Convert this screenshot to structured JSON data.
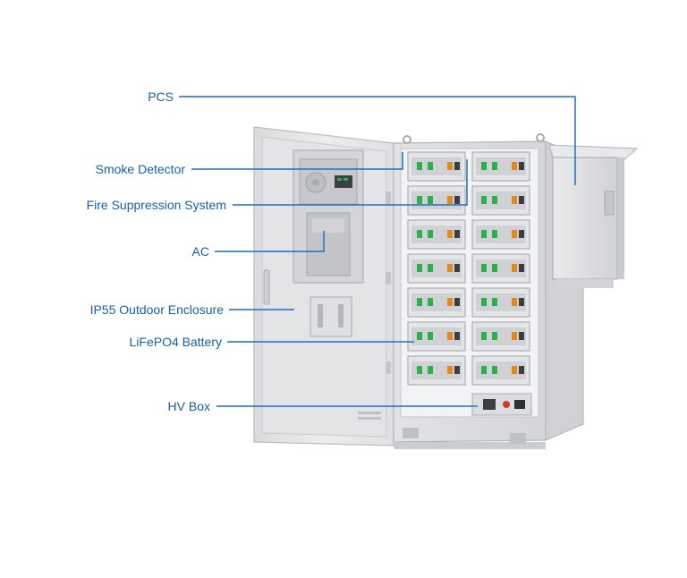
{
  "theme": {
    "label_color": "#1a5fa8",
    "leader_color": "#1f6fbf",
    "cabinet_body": "#e6e7e8",
    "cabinet_edge": "#b9bcbf",
    "module_accent_green": "#2bb04a",
    "module_accent_orange": "#e08a1e"
  },
  "labels": {
    "pcs": "PCS",
    "smoke_detector": "Smoke Detector",
    "fire_suppression": "Fire Suppression System",
    "ac": "AC",
    "enclosure": "IP55 Outdoor Enclosure",
    "battery": "LiFePO4 Battery",
    "hv_box": "HV Box"
  },
  "battery_modules": {
    "rows": 7,
    "columns": 2
  }
}
